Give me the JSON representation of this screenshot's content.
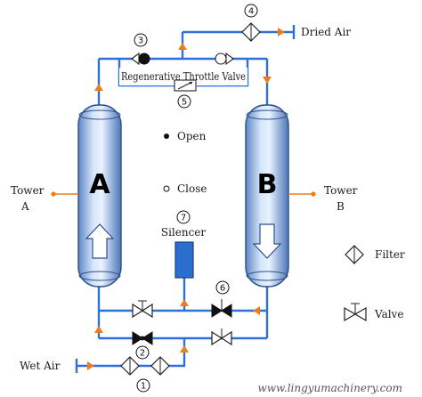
{
  "labels": {
    "dried_air": "Dried Air",
    "wet_air": "Wet Air",
    "tower_a_line1": "Tower",
    "tower_a_line2": "A",
    "tower_b_line1": "Tower",
    "tower_b_line2": "B",
    "tower_a_letter": "A",
    "tower_b_letter": "B",
    "regen_valve": "Regenerative Throttle Valve",
    "silencer": "Silencer",
    "open": "Open",
    "close": "Close",
    "filter": "Filter",
    "valve": "Valve",
    "website": "www.lingyumachinery.com"
  },
  "markers": {
    "m1": "1",
    "m2": "2",
    "m3": "3",
    "m4": "4",
    "m5": "5",
    "m6": "6",
    "m7": "7"
  },
  "colors": {
    "pipe": "#2f6fd8",
    "flow_arrow": "#f07c17",
    "silencer": "#2a6fd0",
    "tower_body": "#a9c6ec"
  }
}
